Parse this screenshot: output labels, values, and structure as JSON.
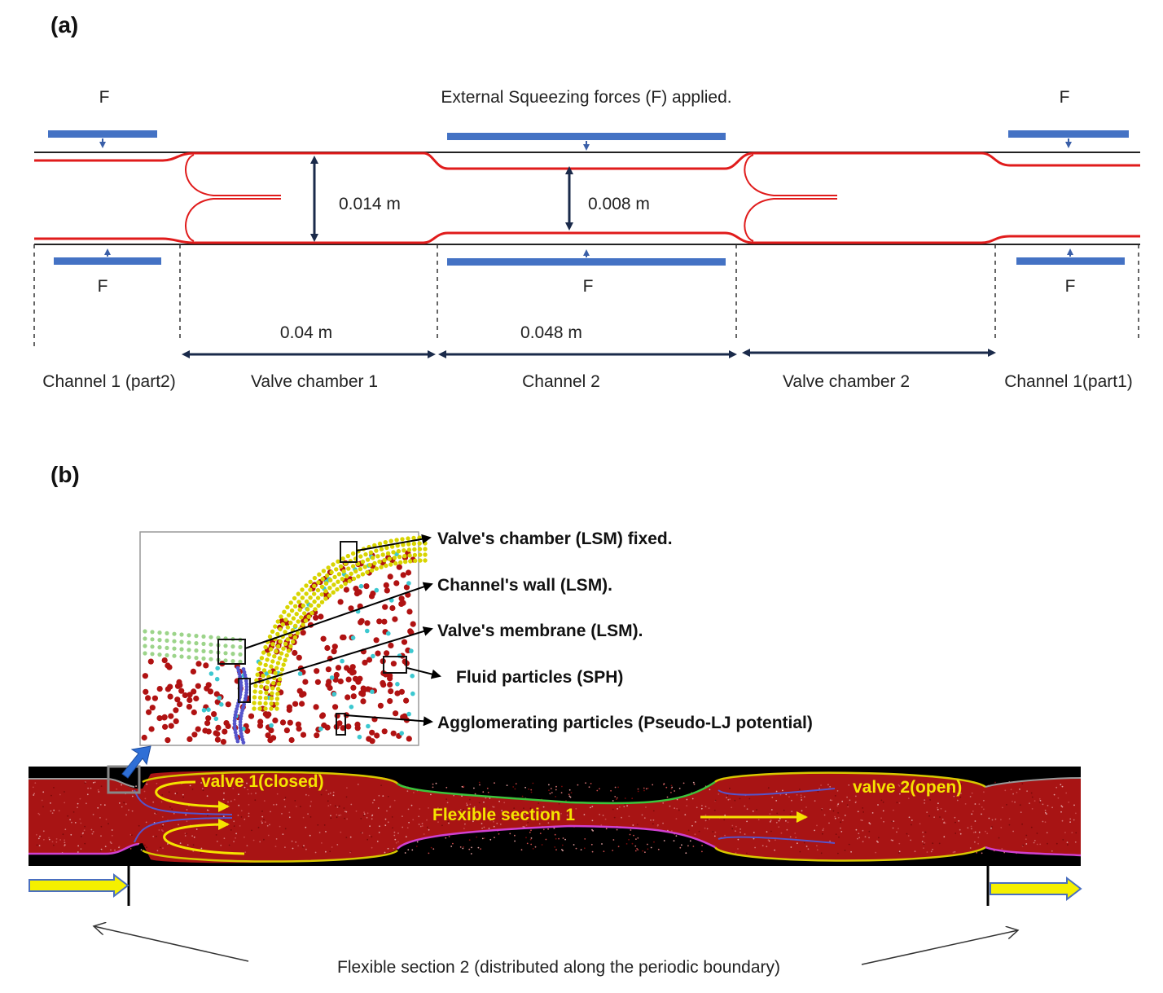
{
  "panel_a": {
    "label": "(a)",
    "title": "External Squeezing forces (F) applied.",
    "force_label": "F",
    "dims": {
      "valve_height": "0.014 m",
      "channel_height": "0.008 m",
      "valve_length": "0.04 m",
      "channel_length": "0.048 m"
    },
    "sections": [
      "Channel 1 (part2)",
      "Valve chamber 1",
      "Channel 2",
      "Valve chamber 2",
      "Channel 1(part1)"
    ],
    "colors": {
      "wall": "#e01b1b",
      "force_bar": "#4472c4"
    }
  },
  "panel_b": {
    "label": "(b)",
    "legend": [
      "Valve's chamber (LSM) fixed.",
      "Channel's wall (LSM).",
      "Valve's membrane (LSM).",
      "Fluid particles (SPH)",
      "Agglomerating particles (Pseudo-LJ potential)"
    ],
    "valve1": "valve 1(closed)",
    "valve2": "valve 2(open)",
    "flex1": "Flexible section 1",
    "flex2": "Flexible section 2 (distributed along the periodic boundary)",
    "colors": {
      "fluid": "#b01010",
      "membrane": "#5555cc",
      "chamber": "#d8c800",
      "wall_top": "#3cc43c",
      "wall_bottom": "#d040d0",
      "flow_arrow": "#f5e300"
    }
  }
}
